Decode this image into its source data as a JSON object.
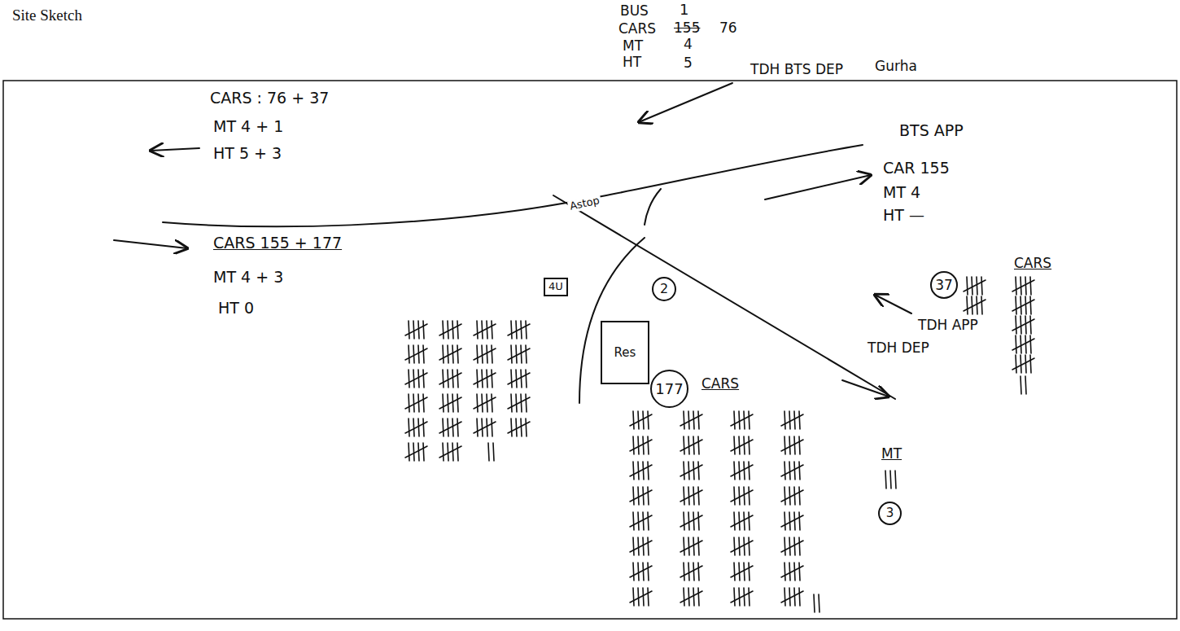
{
  "diagram": {
    "nodes": [
      {
        "text": [
          "37"
        ]
      },
      {
        "text": [
          "4U"
        ]
      },
      {
        "text": [
          "2"
        ]
      },
      {
        "text": [
          "Res"
        ]
      },
      {
        "text": [
          "177"
        ]
      },
      {
        "text": [
          "3"
        ]
      }
    ],
    "labels": [
      "Site Sketch",
      "BUS",
      "1",
      "CARS",
      "155",
      "76",
      "MT",
      "4",
      "HT",
      "5",
      "TDH BTS DEP",
      "Gurha",
      "CARS : 76 + 37",
      "MT 4 + 1",
      "HT 5 + 3",
      "BTS APP",
      "CAR 155",
      "MT 4",
      "HT —",
      "CARS 155 + 177",
      "MT 4 + 3",
      "HT 0",
      "Astop",
      "TDH APP",
      "TDH DEP",
      "MT",
      "CARS",
      "CARS"
    ]
  }
}
